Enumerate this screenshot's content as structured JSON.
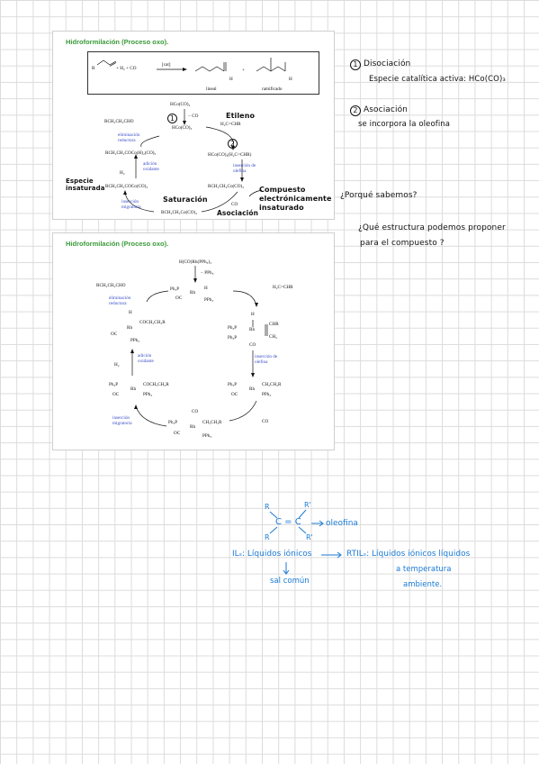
{
  "slide1": {
    "title": "Hidroformilación (Proceso oxo).",
    "reaction": {
      "reactants": "R",
      "plus_h2": "+  H₂  +  CO",
      "catalyst": "[cat]",
      "plus": "+",
      "h1": "H",
      "h2": "H",
      "label_linear": "lineal",
      "label_branched": "ramificado"
    },
    "cycle": {
      "top_species": "HCo(CO)₄",
      "minus_co": "− CO",
      "hco3": "HCo(CO)₃",
      "aldehyde": "RCH₂CH₂CHO",
      "elim": "eliminación reductora",
      "ethylene_reagent": "H₂C=CHR",
      "pi_complex": "HCo(CO)₃(H₂C=CHR)",
      "ins_olefin": "inserción de olefina",
      "acyl_h2": "RCH₂CH₂COCo(H)₂(CO)₃",
      "ox_add": "adición oxidante",
      "h2": "H₂",
      "acyl": "RCH₂CH₂COCo(CO)₃",
      "alkyl3": "RCH₂CH₂Co(CO)₃",
      "ins_mig": "inserción migratoria",
      "alkyl4": "RCH₂CH₂Co(CO)₄",
      "co": "CO"
    },
    "notes": {
      "num1": "1",
      "num2": "2",
      "etileno": "Etileno",
      "especie": "Especie insaturada",
      "saturacion": "Saturación",
      "asociacion": "Asociación",
      "compuesto": "Compuesto electrónicamente insaturado"
    }
  },
  "slide2": {
    "title": "Hidroformilación (Proceso oxo).",
    "top": "H(CO)Rh(PPh₃)₃",
    "minus_pph3": "− PPh₃",
    "aldehyde": "RCH₂CH₂CHO",
    "elim": "eliminación reductora",
    "rh_h": {
      "l1": "Ph₃P",
      "rh": "Rh",
      "h": "H",
      "co": "OC",
      "l2": "PPh₃"
    },
    "olefin": "H₂C=CHR",
    "pi": {
      "h": "H",
      "l1": "Ph₃P",
      "rh": "Rh",
      "chr": "CHR",
      "l2": "Ph₃P",
      "ch2": "CH₂",
      "co": "CO"
    },
    "ins_olefin": "inserción de olefina",
    "oxadd": {
      "h": "H",
      "rh": "Rh",
      "acyl": "COCH₂CH₂R",
      "co": "OC",
      "l": "PPh₃"
    },
    "ox_add": "adición oxidante",
    "h2": "H₂",
    "acyl_sq": {
      "l1": "Ph₃P",
      "rh": "Rh",
      "acyl": "COCH₂CH₂R",
      "co": "OC",
      "l2": "PPh₃"
    },
    "alkyl_sq": {
      "l1": "Ph₃P",
      "rh": "Rh",
      "alkyl": "CH₂CH₂R",
      "co": "OC",
      "l2": "PPh₃"
    },
    "ins_mig": "inserción migratoria",
    "bottom": {
      "co_top": "CO",
      "l1": "Ph₃P",
      "rh": "Rh",
      "alkyl": "CH₂CH₂R",
      "co": "OC",
      "l2": "PPh₃"
    },
    "co_reagent": "CO"
  },
  "right_notes": {
    "d1_num": "1",
    "d1_title": "Disociación",
    "d1_body": "Especie catalítica activa: HCo(CO)₃",
    "d2_num": "2",
    "d2_title": "Asociación",
    "d2_body": "se incorpora la oleofina",
    "q1": "¿Porqué sabemos?",
    "q2a": "¿Qué estructura podemos proponer",
    "q2b": "para el compuesto ?"
  },
  "lower_notes": {
    "r1": "R",
    "r2": "R'",
    "r3": "R",
    "r4": "R'",
    "cc": "C = C",
    "oleofina": "oleofina",
    "ils": "ILₛ: Líquidos iónicos",
    "sal": "sal común",
    "rtils": "RTILₛ: Líquidos iónicos líquidos",
    "temp1": "a temperatura",
    "temp2": "ambiente."
  },
  "colors": {
    "title_green": "#3a9a3a",
    "blue_ink": "#1a7ad6",
    "chem_blue": "#3a4fc7"
  }
}
